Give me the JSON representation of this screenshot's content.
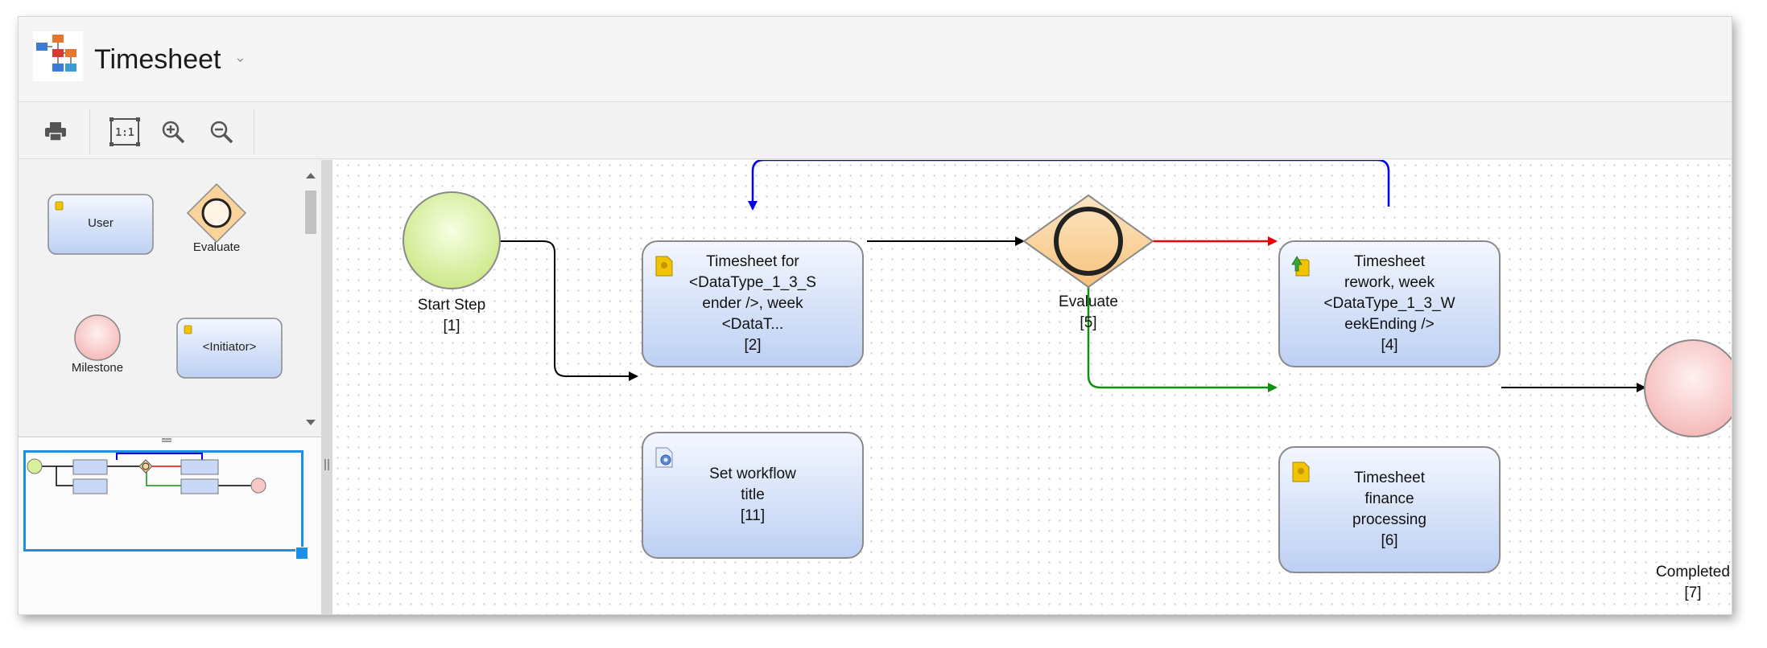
{
  "app": {
    "title": "Timesheet",
    "title_caret": "⌄"
  },
  "toolbar": {
    "print_icon": "printer-icon",
    "actual_size_icon": "actual-size-icon",
    "actual_size_label": "1:1",
    "zoom_in_icon": "zoom-in-icon",
    "zoom_out_icon": "zoom-out-icon"
  },
  "palette": {
    "items": [
      {
        "label": "User"
      },
      {
        "label": "Evaluate"
      },
      {
        "label": "Milestone"
      },
      {
        "label": "<Initiator>"
      }
    ]
  },
  "diagram": {
    "start": {
      "label": "Start Step",
      "id": "[1]"
    },
    "task2": {
      "lines": [
        "Timesheet for",
        "<DataType_1_3_S",
        "ender />, week",
        "<DataT..."
      ],
      "id": "[2]"
    },
    "task11": {
      "lines": [
        "Set workflow",
        "title"
      ],
      "id": "[11]"
    },
    "evaluate": {
      "label": "Evaluate",
      "id": "[5]"
    },
    "task4": {
      "lines": [
        "Timesheet",
        "rework, week",
        "<DataType_1_3_W",
        "eekEnding />"
      ],
      "id": "[4]"
    },
    "task6": {
      "lines": [
        "Timesheet",
        "finance",
        "processing"
      ],
      "id": "[6]"
    },
    "completed": {
      "label": "Completed",
      "id": "[7]"
    },
    "colors": {
      "rework_link": "#0000ee",
      "reject_link": "#ee0000",
      "approve_link": "#109010",
      "default_link": "#000000",
      "start_fill": "#d8ef9c",
      "end_fill": "#f8c8c8",
      "gateway_fill": "#f9d39a",
      "task_fill": "#c8d8f6"
    }
  }
}
